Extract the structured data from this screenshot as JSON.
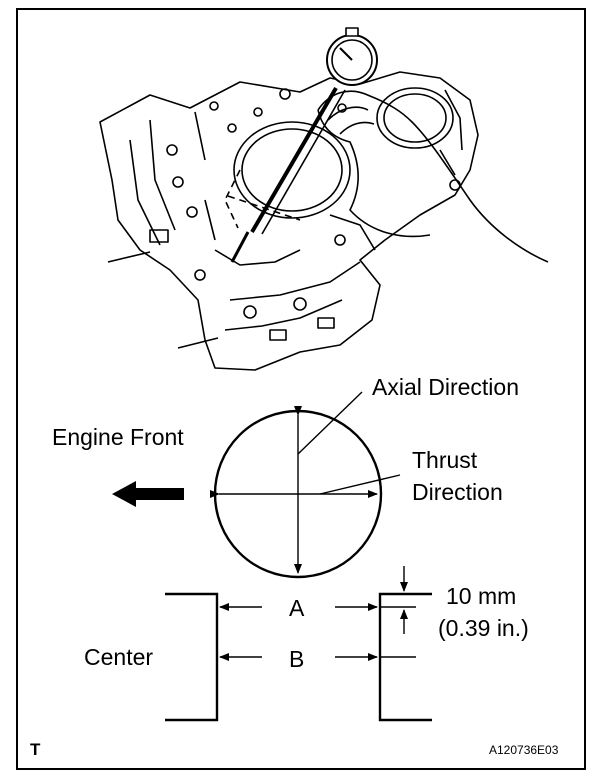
{
  "labels": {
    "axial_direction": "Axial Direction",
    "engine_front": "Engine Front",
    "thrust_direction_line1": "Thrust",
    "thrust_direction_line2": "Direction",
    "measure_a": "A",
    "measure_b": "B",
    "offset_mm": "10 mm",
    "offset_in": "(0.39 in.)",
    "center": "Center"
  },
  "corner_mark": "T",
  "figure_code": "A120736E03"
}
